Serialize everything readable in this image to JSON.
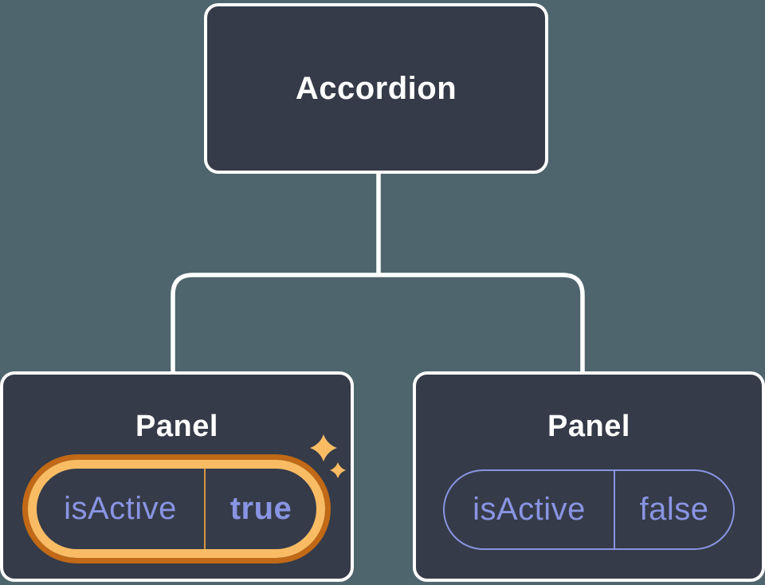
{
  "diagram": {
    "description": "Component tree diagram: Accordion parent with two Panel children holding isActive state",
    "root_node": {
      "label": "Accordion"
    },
    "panels": [
      {
        "title": "Panel",
        "state": {
          "key": "isActive",
          "value": "true"
        },
        "highlighted": true
      },
      {
        "title": "Panel",
        "state": {
          "key": "isActive",
          "value": "false"
        },
        "highlighted": false
      }
    ]
  },
  "icons": {
    "sparkles": "sparkles-icon (two four-point stars marking active state)"
  },
  "colors": {
    "background": "#4f656d",
    "node_fill": "#353b48",
    "node_border": "#ffffff",
    "connector": "#ffffff",
    "node_text": "#ffffff",
    "state_text": "#8994e3",
    "state_border": "#8994e3",
    "highlight_gold": "#f9bc64",
    "highlight_orange": "#c16916",
    "highlight_divider": "#d3973f"
  }
}
